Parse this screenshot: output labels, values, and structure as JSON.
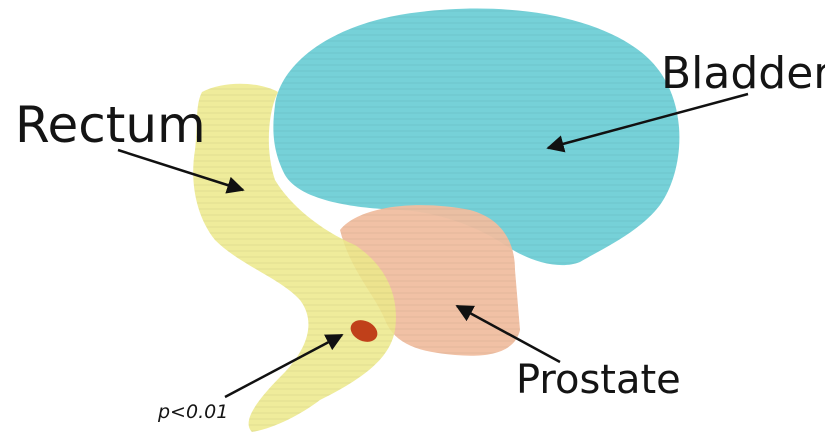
{
  "labels": {
    "bladder": "Bladder",
    "rectum": "Rectum",
    "prostate": "Prostate",
    "significance": "p<0.01"
  },
  "colors": {
    "bladder": "#6fcfd6",
    "rectum": "#ece98a",
    "prostate": "#f0bea0",
    "lesion": "#c0401a",
    "arrow": "#111111"
  }
}
